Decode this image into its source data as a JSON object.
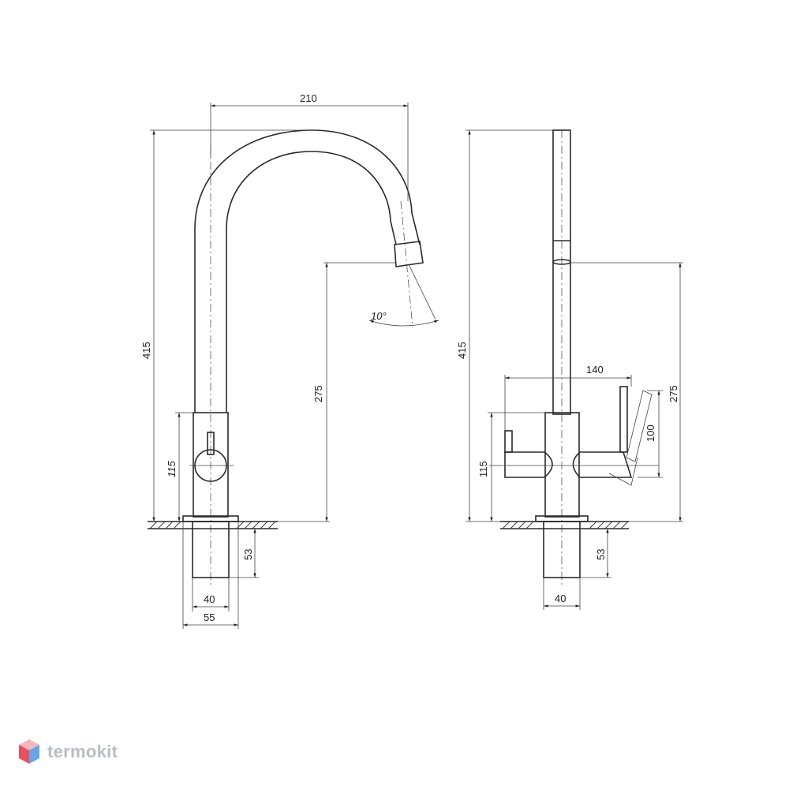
{
  "views": {
    "side": {
      "dim_width_spout": "210",
      "dim_height_total": "415",
      "dim_height_outlet": "275",
      "dim_height_body": "115",
      "dim_shank_length": "53",
      "dim_shank_diameter": "40",
      "dim_base_diameter": "55",
      "spout_angle": "10°"
    },
    "front": {
      "dim_height_total": "415",
      "dim_handle_width": "140",
      "dim_lever_height": "100",
      "dim_height_outlet": "275",
      "dim_height_body": "115",
      "dim_shank_length": "53",
      "dim_shank_diameter": "40"
    }
  },
  "brand": {
    "logo_text": "termokit",
    "logo_colors": [
      "#e8505b",
      "#6aa3e6",
      "#f2b8bd",
      "#aac9f0"
    ]
  }
}
